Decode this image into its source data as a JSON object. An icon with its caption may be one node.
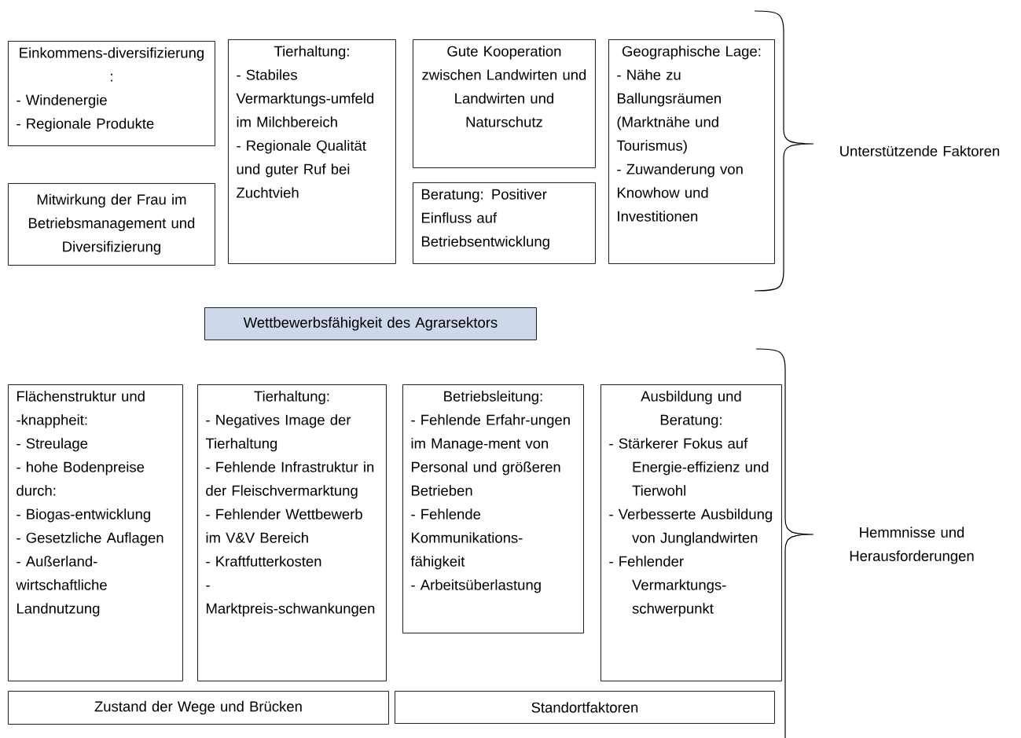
{
  "diagram": {
    "nodes": [
      {
        "text": [
          "Einkommens-diversifizierung :",
          "- Windenergie",
          "- Regionale Produkte"
        ]
      },
      {
        "text": [
          "Mitwirkung der Frau im Betriebsmanagement und Diversifizierung"
        ]
      },
      {
        "text": [
          "Tierhaltung:",
          "- Stabiles Vermarktungs-umfeld im Milchbereich",
          "- Regionale Qualität und guter Ruf bei Zuchtvieh"
        ]
      },
      {
        "text": [
          "Gute Kooperation zwischen Landwirten und Landwirten und Naturschutz"
        ]
      },
      {
        "text": [
          "Beratung: Positiver Einfluss auf Betriebsentwicklung"
        ]
      },
      {
        "text": [
          "Geographische Lage:",
          "- Nähe zu Ballungsräumen (Marktnähe und Tourismus)",
          "- Zuwanderung von Knowhow und Investitionen"
        ]
      },
      {
        "text": [
          "Wettbewerbsfähigkeit des Agrarsektors"
        ]
      },
      {
        "text": [
          "Flächenstruktur und -knappheit:",
          "- Streulage",
          "- hohe Bodenpreise durch:",
          "- Biogas-entwicklung",
          "- Gesetzliche Auflagen",
          "- Außerland-wirtschaftliche Landnutzung"
        ]
      },
      {
        "text": [
          "Tierhaltung:",
          "- Negatives Image der Tierhaltung",
          "- Fehlende Infrastruktur in der Fleischvermarktung",
          "- Fehlender Wettbewerb im V&V Bereich",
          "- Kraftfutterkosten",
          "- Marktpreis-schwankungen"
        ]
      },
      {
        "text": [
          "Betriebsleitung:",
          "- Fehlende Erfahr-ungen im Manage-ment von Personal und größeren Betrieben",
          "- Fehlende Kommunikations-fähigkeit",
          "- Arbeitsüberlastung"
        ]
      },
      {
        "text": [
          "Ausbildung und Beratung:",
          "- Stärkerer Fokus auf Energie-effizienz und Tierwohl",
          "- Verbesserte Ausbildung von Junglandwirten",
          "- Fehlender Vermarktungs-schwerpunkt"
        ]
      },
      {
        "text": [
          "Zustand der Wege und Brücken"
        ]
      },
      {
        "text": [
          "Standortfaktoren"
        ]
      }
    ],
    "labels": [
      "Unterstützende Faktoren",
      "Hemmnisse und Herausforderungen"
    ]
  }
}
